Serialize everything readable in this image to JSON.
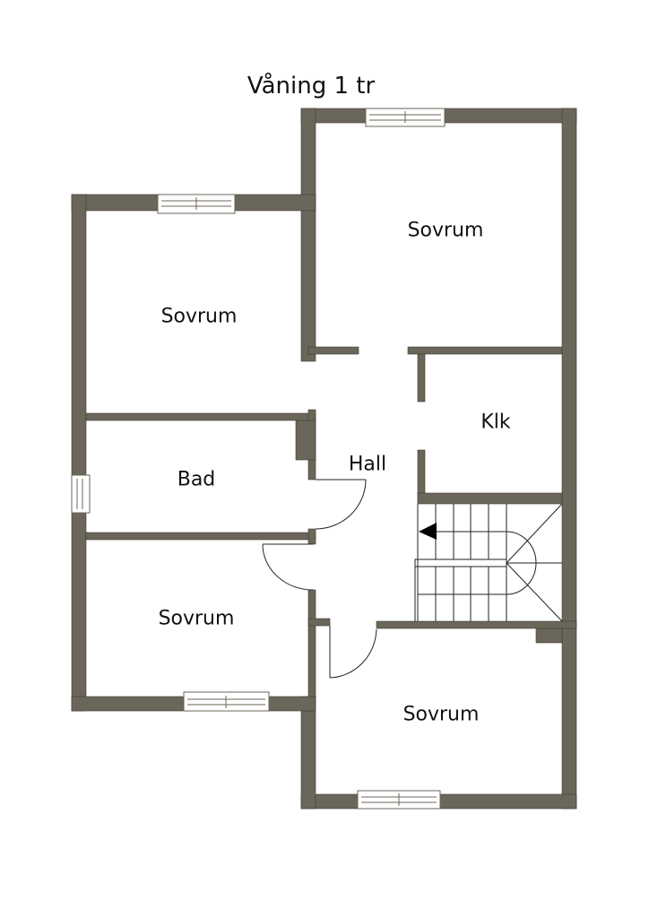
{
  "title": "Våning 1 tr",
  "colors": {
    "wall": "#6b665a",
    "background": "#ffffff"
  },
  "rooms": {
    "sovrum_top_right": "Sovrum",
    "sovrum_top_left": "Sovrum",
    "klk": "Klk",
    "hall": "Hall",
    "bad": "Bad",
    "sovrum_bottom_left": "Sovrum",
    "sovrum_bottom_right": "Sovrum"
  }
}
